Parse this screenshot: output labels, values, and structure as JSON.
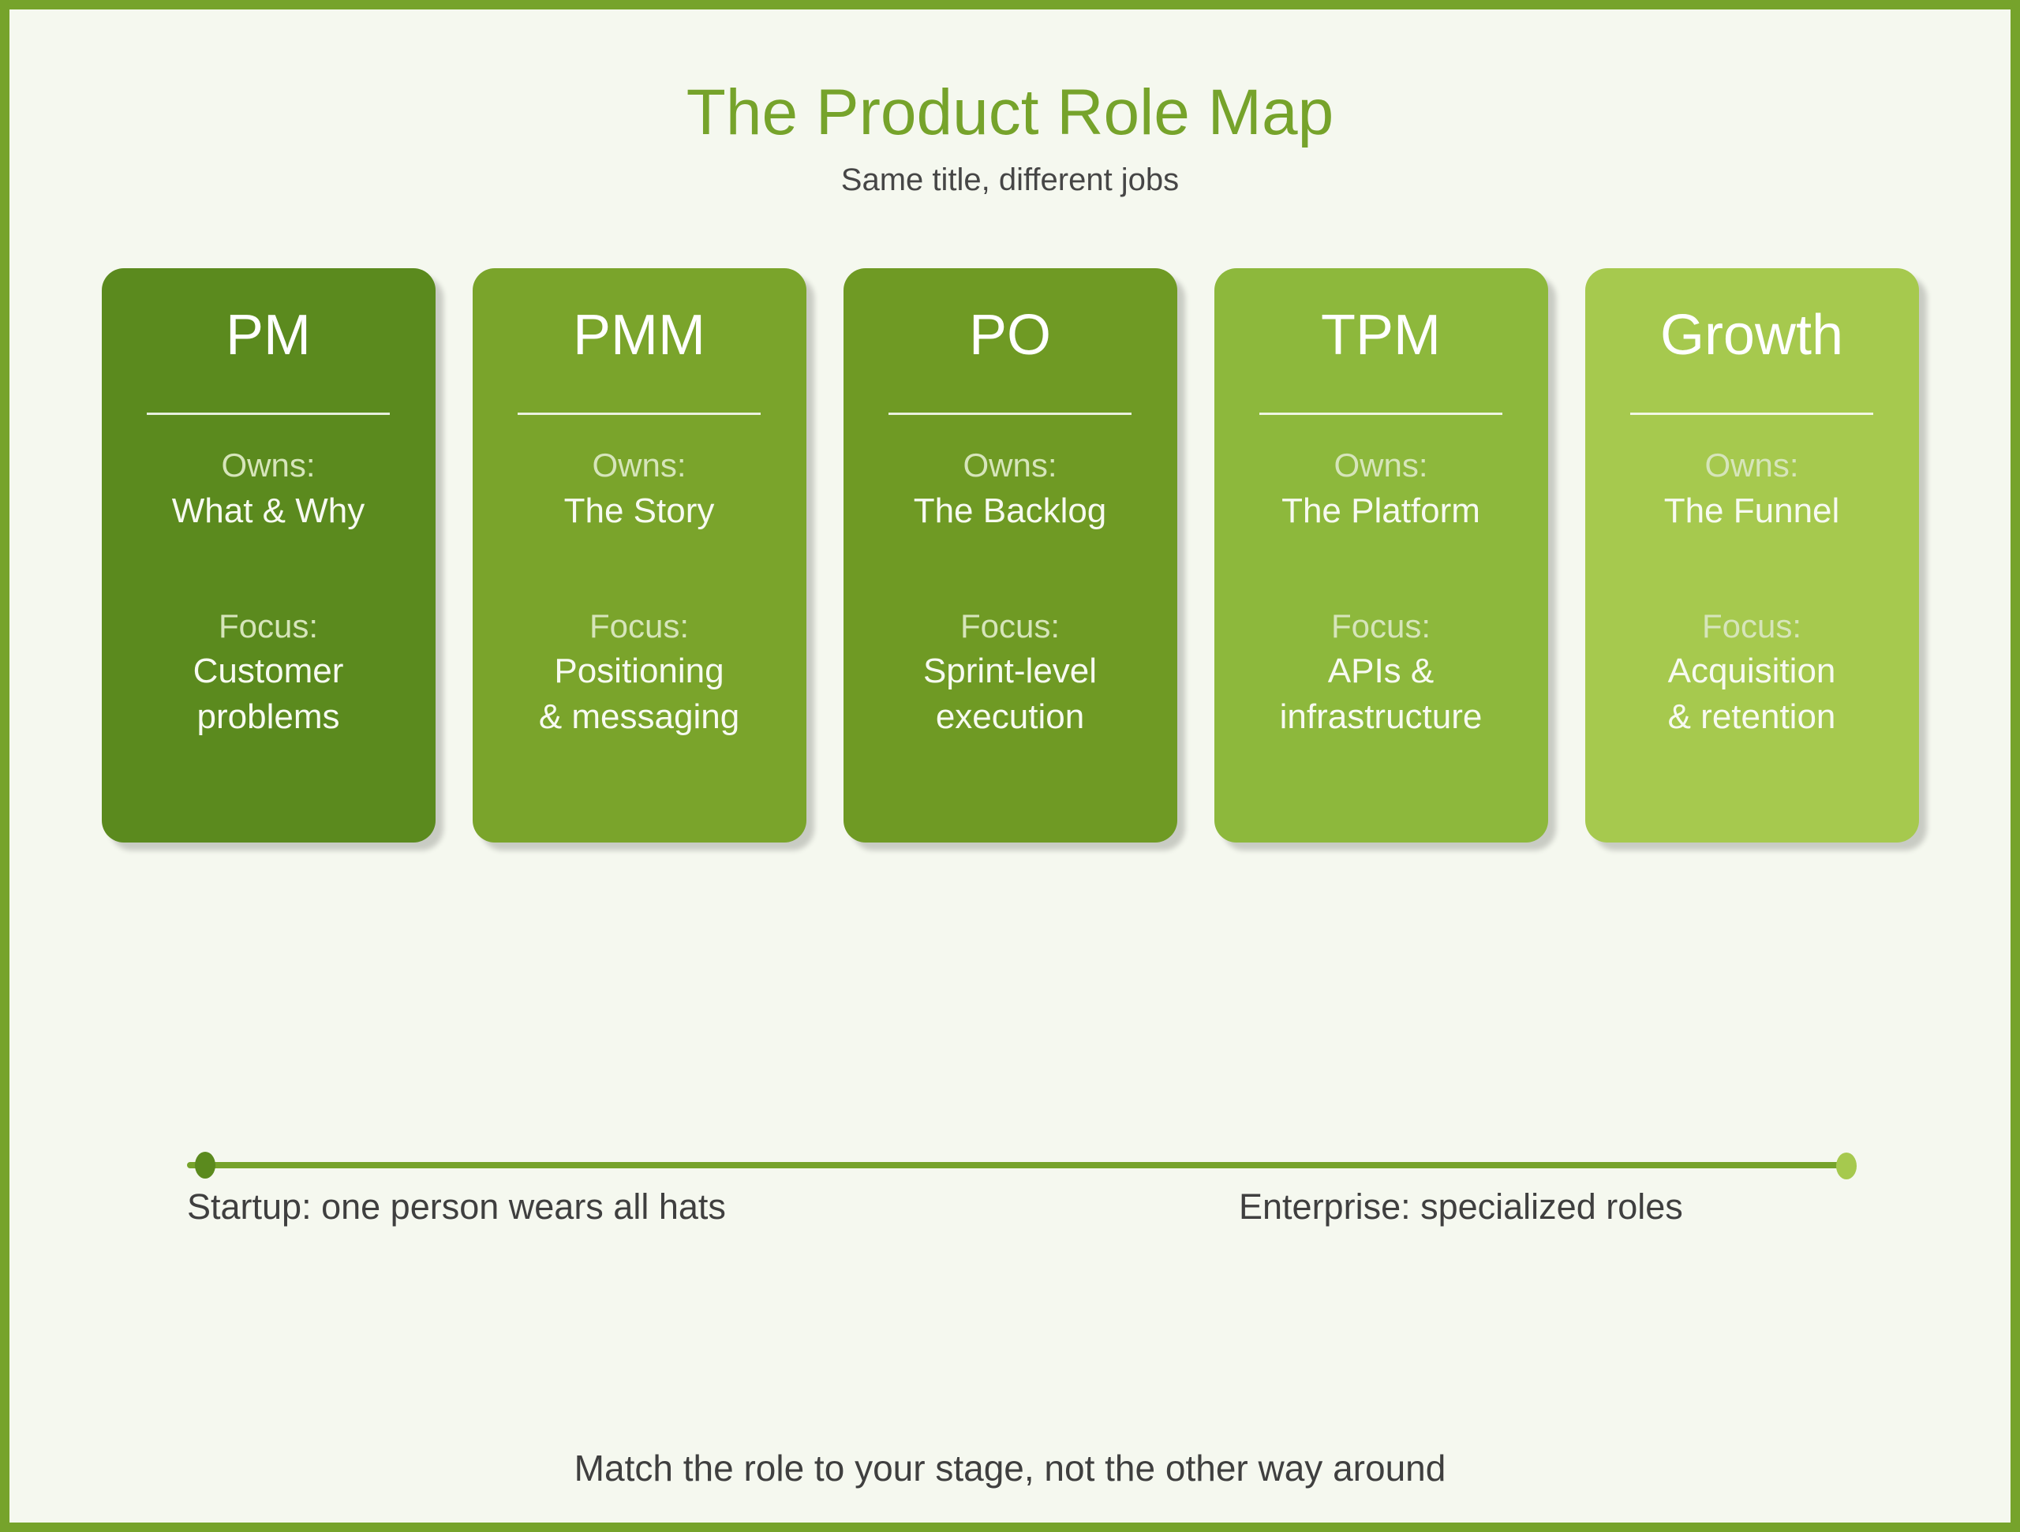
{
  "header": {
    "title": "The Product Role Map",
    "subtitle": "Same title, different jobs"
  },
  "cards": [
    {
      "role": "PM",
      "owns_label": "Owns:",
      "owns": "What & Why",
      "focus_label": "Focus:",
      "focus": "Customer\nproblems",
      "color": "#5b8a1e"
    },
    {
      "role": "PMM",
      "owns_label": "Owns:",
      "owns": "The Story",
      "focus_label": "Focus:",
      "focus": "Positioning\n& messaging",
      "color": "#7aa42b"
    },
    {
      "role": "PO",
      "owns_label": "Owns:",
      "owns": "The Backlog",
      "focus_label": "Focus:",
      "focus": "Sprint-level\nexecution",
      "color": "#6f9a24"
    },
    {
      "role": "TPM",
      "owns_label": "Owns:",
      "owns": "The Platform",
      "focus_label": "Focus:",
      "focus": "APIs &\ninfrastructure",
      "color": "#8db83c"
    },
    {
      "role": "Growth",
      "owns_label": "Owns:",
      "owns": "The Funnel",
      "focus_label": "Focus:",
      "focus": "Acquisition\n& retention",
      "color": "#a6c94e"
    }
  ],
  "spectrum": {
    "left_label": "Startup: one person wears all hats",
    "right_label": "Enterprise: specialized roles",
    "line_color": "#76a32b",
    "left_dot_color": "#5b8a1e",
    "right_dot_color": "#a6c94e"
  },
  "footer": {
    "note": "Match the role to your stage, not the other way around"
  },
  "colors": {
    "background": "#f5f8ef",
    "border": "#76a32b",
    "title": "#76a32b",
    "body_text": "#3f3f3f",
    "card_label": "#d6e5ba",
    "card_value": "#f7faf1"
  }
}
